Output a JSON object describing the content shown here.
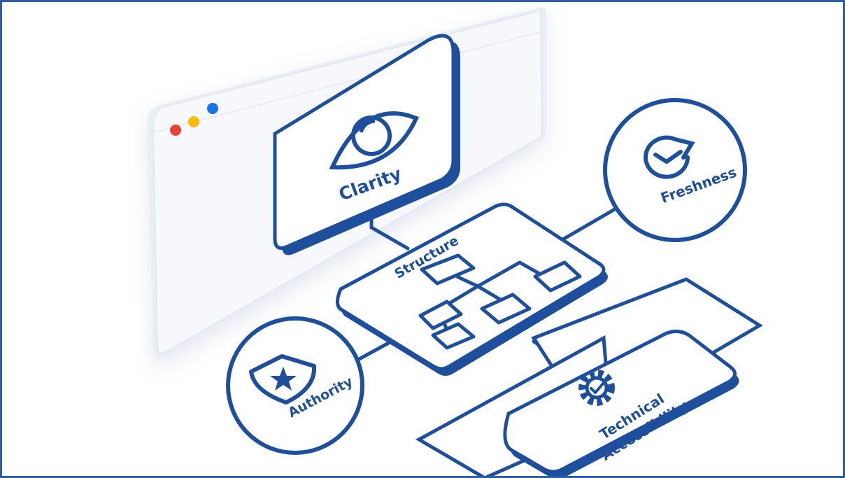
{
  "browser": {
    "dots": [
      {
        "name": "red",
        "color": "#ea4335"
      },
      {
        "name": "yellow",
        "color": "#fbbc05"
      },
      {
        "name": "blue",
        "color": "#1a73e8"
      }
    ]
  },
  "colors": {
    "primary": "#1e4f9c",
    "window_fill": "#f3f5f9",
    "card_fill": "#ffffff",
    "border": "#2d5fa8"
  },
  "nodes": {
    "clarity": {
      "label": "Clarity",
      "icon": "eye-icon"
    },
    "structure": {
      "label": "Structure",
      "icon": "hierarchy-icon"
    },
    "freshness": {
      "label": "Freshness",
      "icon": "clock-refresh-icon"
    },
    "authority": {
      "label": "Authority",
      "icon": "shield-star-icon"
    },
    "technical": {
      "label_line1": "Technical",
      "label_line2": "Accessibility",
      "icon": "gear-check-icon"
    }
  }
}
